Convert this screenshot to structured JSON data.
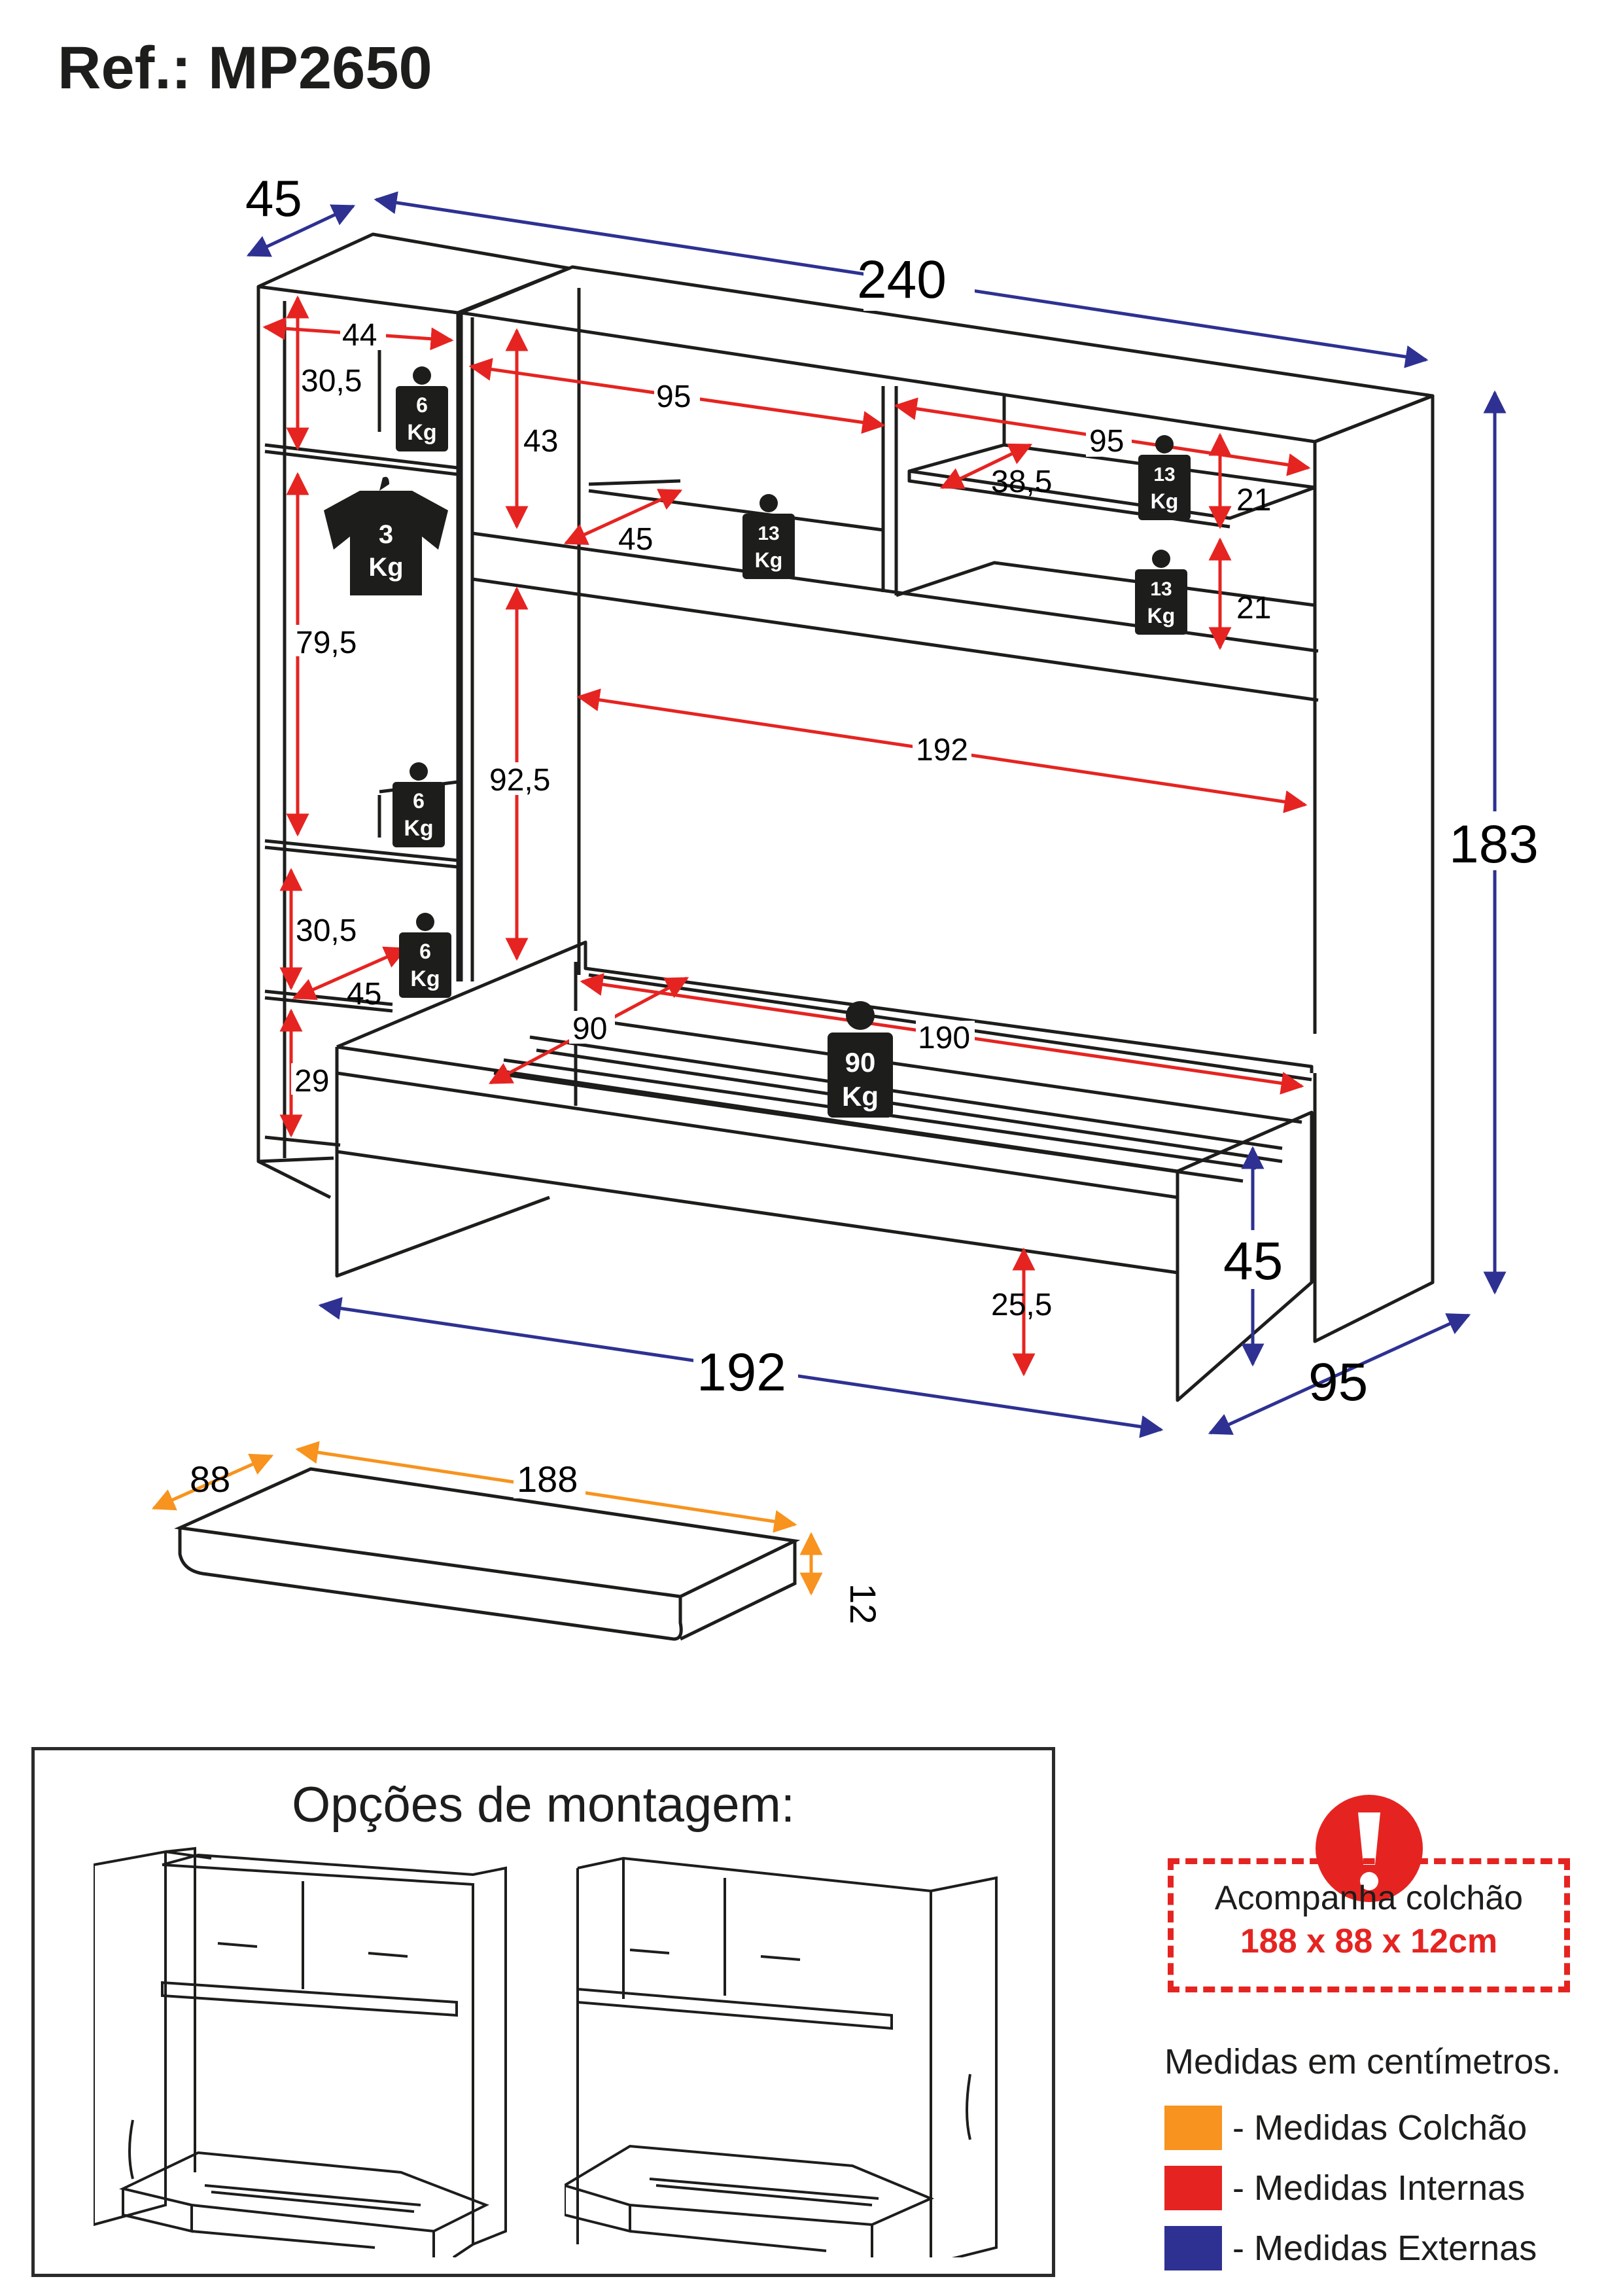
{
  "title": "Ref.: MP2650",
  "colors": {
    "external": "#2e3192",
    "internal": "#e52421",
    "mattress": "#f7931e",
    "line": "#1d1d1b"
  },
  "dimensions": {
    "external": [
      "45",
      "240",
      "183",
      "192",
      "95",
      "45"
    ],
    "internal": [
      "44",
      "30,5",
      "79,5",
      "30,5",
      "45",
      "29",
      "95",
      "43",
      "45",
      "95",
      "38,5",
      "21",
      "21",
      "92,5",
      "192",
      "90",
      "190",
      "25,5"
    ],
    "mattress": [
      "88",
      "188",
      "12"
    ]
  },
  "weights": [
    {
      "value": "6",
      "unit": "Kg"
    },
    {
      "value": "3",
      "unit": "Kg"
    },
    {
      "value": "6",
      "unit": "Kg"
    },
    {
      "value": "6",
      "unit": "Kg"
    },
    {
      "value": "13",
      "unit": "Kg"
    },
    {
      "value": "13",
      "unit": "Kg"
    },
    {
      "value": "13",
      "unit": "Kg"
    },
    {
      "value": "90",
      "unit": "Kg"
    }
  ],
  "assembly": {
    "title": "Opções de montagem:"
  },
  "notice": {
    "line1": "Acompanha colchão",
    "line2": "188 x 88 x 12cm"
  },
  "legend": {
    "title": "Medidas em centímetros.",
    "items": [
      {
        "label": "- Medidas Colchão",
        "color": "#f7931e"
      },
      {
        "label": "- Medidas Internas",
        "color": "#e52421"
      },
      {
        "label": "- Medidas Externas",
        "color": "#2e3192"
      }
    ]
  }
}
